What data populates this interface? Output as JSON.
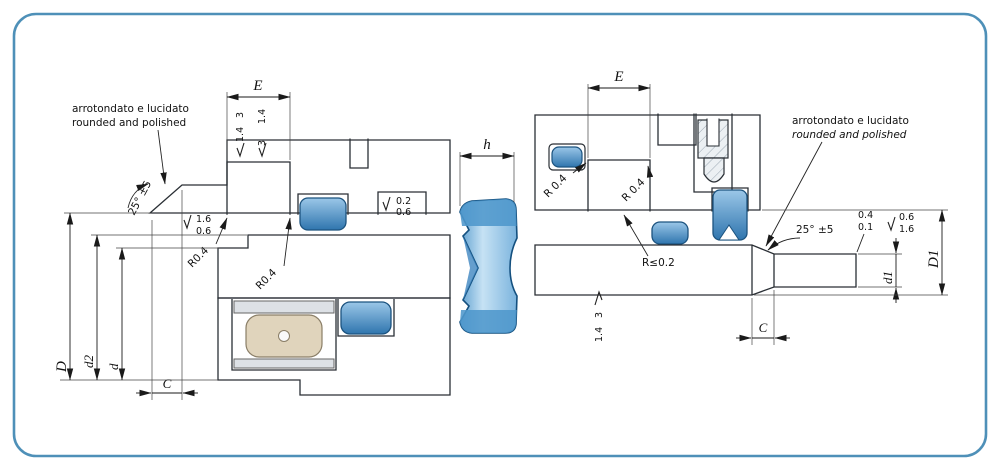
{
  "left_view": {
    "note_line1": "arrotondato  e lucidato",
    "note_line2": "rounded and polished",
    "dim_e": "E",
    "finish_pair1_top": "3",
    "finish_pair1_bottom": "1.4",
    "finish_pair2_top": "1.4",
    "finish_pair2_bottom": "3",
    "angle_label": "25° ±5",
    "bore_finish_top": "1.6",
    "bore_finish_bottom": "0.6",
    "radius_label_1": "R0.4",
    "radius_label_2": "R0.4",
    "edge_break_top": "0.2",
    "edge_break_bottom": "0.6",
    "dim_D": "D",
    "dim_d2": "d2",
    "dim_d": "d",
    "dim_C": "C"
  },
  "seal_profile": {
    "dim_h": "h"
  },
  "right_view": {
    "dim_e": "E",
    "radius_label_1": "R 0.4",
    "radius_label_2": "R 0.4",
    "note_line1": "arrotondato e lucidato",
    "note_line2": "rounded and polished",
    "angle_label": "25° ±5",
    "edge_break_top": "0.4",
    "edge_break_bottom": "0.1",
    "end_finish_top": "0.6",
    "end_finish_bottom": "1.6",
    "radius_max_label": "R≤0.2",
    "rod_finish_top": "3",
    "rod_finish_bottom": "1.4",
    "dim_C": "C",
    "dim_d1": "d1",
    "dim_D1": "D1"
  },
  "colors": {
    "border": "#4e90b8",
    "seal_blue": "#2f75ae",
    "hatch_line": "#93a1ad"
  }
}
